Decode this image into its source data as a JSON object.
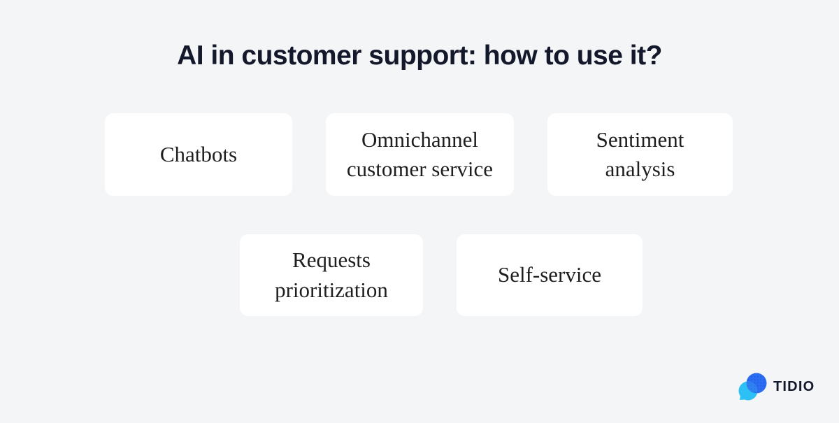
{
  "title": "AI in customer support: how to use it?",
  "cards": [
    {
      "id": "chatbots",
      "label": "Chatbots"
    },
    {
      "id": "omnichannel",
      "label": "Omnichannel\ncustomer service"
    },
    {
      "id": "sentiment",
      "label": "Sentiment\nanalysis"
    },
    {
      "id": "requests",
      "label": "Requests\nprioritization"
    },
    {
      "id": "self-service",
      "label": "Self-service"
    }
  ],
  "brand": {
    "name": "TIDIO",
    "logo_icon": "tidio-chat-bubbles-icon"
  },
  "colors": {
    "background": "#f4f5f7",
    "card": "#ffffff",
    "title_text": "#14182b",
    "card_text": "#1e1e20",
    "logo_blue": "#2b6df3",
    "logo_cyan": "#2cc0f4",
    "logo_overlap": "#2f82f0",
    "logo_dots": "#1d4fd0"
  }
}
